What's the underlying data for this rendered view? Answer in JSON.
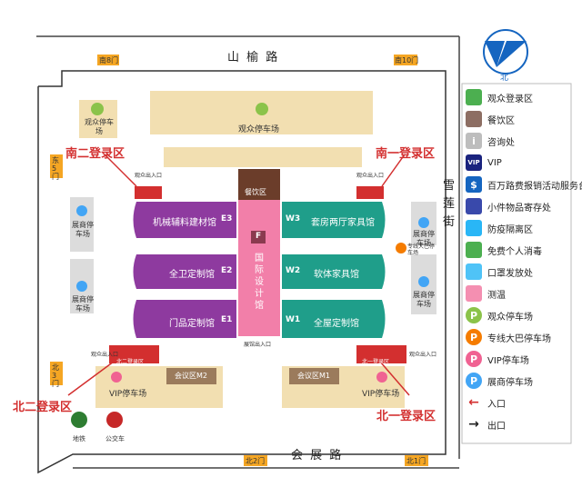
{
  "roads": {
    "north": "山 榆 路",
    "south": "会 展 路",
    "east": "雪 莲 街"
  },
  "gates": {
    "south8": "南8门",
    "south10": "南10门",
    "east5": "东5门",
    "north3": "北3门",
    "north2": "北2门",
    "north1": "北1门"
  },
  "compass": {
    "label": "北"
  },
  "parking": {
    "main": "观众停车场",
    "small_left": "观众停车场",
    "exhibitor": "展商停车场",
    "vip": "VIP停车场"
  },
  "halls": {
    "e3": {
      "code": "E3",
      "name": "机械辅料建材馆"
    },
    "e2": {
      "code": "E2",
      "name": "全卫定制馆"
    },
    "e1": {
      "code": "E1",
      "name": "门品定制馆"
    },
    "w3": {
      "code": "W3",
      "name": "套房两厅家具馆"
    },
    "w2": {
      "code": "W2",
      "name": "软体家具馆"
    },
    "w1": {
      "code": "W1",
      "name": "全屋定制馆"
    },
    "center": {
      "code": "F",
      "name": "国际设计馆"
    },
    "food": "餐饮区"
  },
  "meeting_rooms": {
    "m2": "会议区M2",
    "m1": "会议区M1"
  },
  "registration": {
    "south2": "南二登录区",
    "south1": "南一登录区",
    "north2": "北二登录区",
    "north1": "北一登录区",
    "tag_south2": "南二登录区",
    "tag_south1": "南一登录区",
    "tag_north2": "北二登录区",
    "tag_north1": "北一登录区"
  },
  "entrances": {
    "obs": "观众出入口",
    "center_bottom": "展馆出入口",
    "bus": "专线大巴停车场"
  },
  "transport": {
    "metro": "地铁",
    "bus": "公交车"
  },
  "legend": [
    {
      "icon": "registration-icon",
      "label": "观众登录区",
      "color": "#4caf50"
    },
    {
      "icon": "dining-icon",
      "label": "餐饮区",
      "color": "#8d6e63"
    },
    {
      "icon": "info-icon",
      "label": "咨询处",
      "color": "#bdbdbd"
    },
    {
      "icon": "vip-icon",
      "label": "VIP",
      "color": "#1a237e"
    },
    {
      "icon": "reimburse-icon",
      "label": "百万路费报销活动服务台",
      "color": "#1565c0"
    },
    {
      "icon": "locker-icon",
      "label": "小件物品寄存处",
      "color": "#3949ab"
    },
    {
      "icon": "quarantine-icon",
      "label": "防疫隔离区",
      "color": "#29b6f6"
    },
    {
      "icon": "disinfect-icon",
      "label": "免费个人消毒",
      "color": "#4caf50"
    },
    {
      "icon": "mask-icon",
      "label": "口罩发放处",
      "color": "#4fc3f7"
    },
    {
      "icon": "temperature-icon",
      "label": "测温",
      "color": "#f48fb1"
    },
    {
      "icon": "audience-parking-icon",
      "label": "观众停车场",
      "color": "#8bc34a"
    },
    {
      "icon": "bus-parking-icon",
      "label": "专线大巴停车场",
      "color": "#f57c00"
    },
    {
      "icon": "vip-parking-icon",
      "label": "VIP停车场",
      "color": "#f06292"
    },
    {
      "icon": "exhibitor-parking-icon",
      "label": "展商停车场",
      "color": "#42a5f5"
    },
    {
      "icon": "entrance-icon",
      "label": "入口",
      "color": "#d32f2f"
    },
    {
      "icon": "exit-icon",
      "label": "出口",
      "color": "#212121"
    }
  ],
  "legend_glyphs": {
    "vip": "VIP",
    "park": "P",
    "info": "i",
    "reimburse": "$"
  }
}
